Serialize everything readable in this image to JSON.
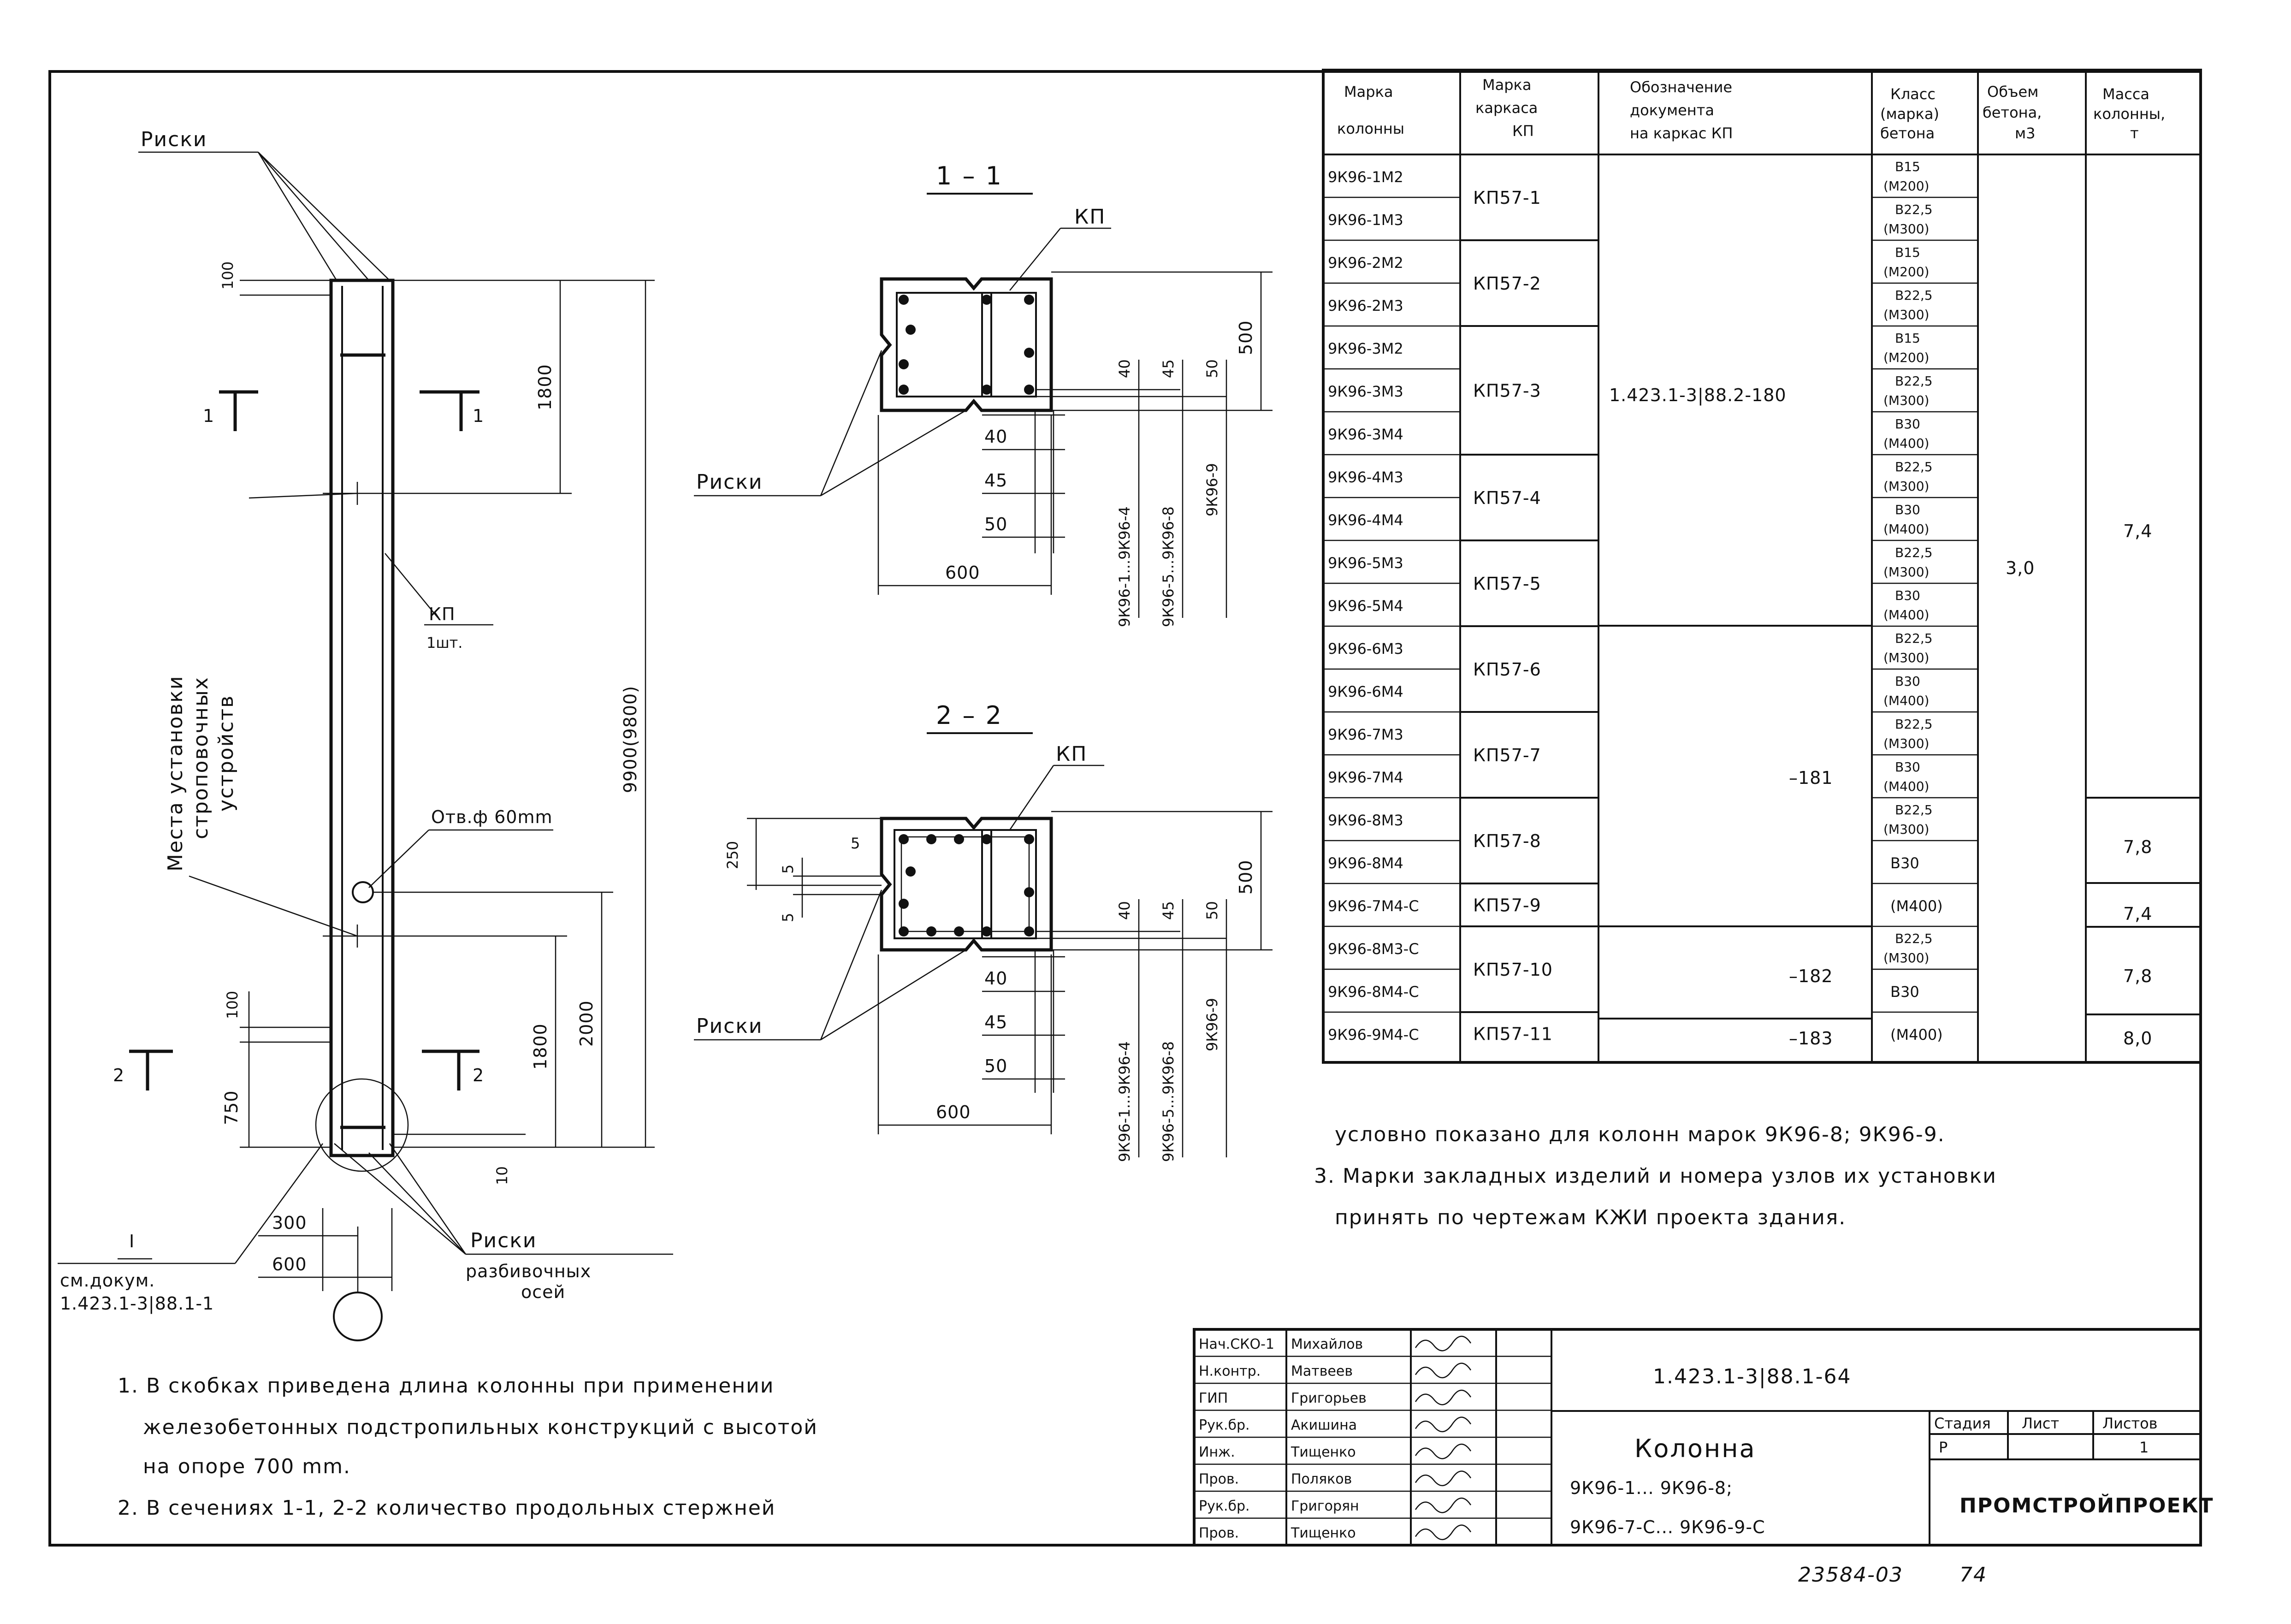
{
  "labels": {
    "riski": "Риски",
    "kp": "КП",
    "kp_count": "КП",
    "kp_count_2": "1шт.",
    "section_1_1": "1 – 1",
    "section_2_2": "2 – 2",
    "mark_1": "1",
    "mark_2": "2",
    "hole": "Отв.ф 60mm",
    "sling_places_1": "Места установки",
    "sling_places_2": "строповочных",
    "sling_places_3": "устройств",
    "axes_1": "разбивочных",
    "axes_2": "осей",
    "node": "I",
    "see_doc": "см.докум.",
    "see_doc_2": "1.423.1-3|88.1-1"
  },
  "dims": {
    "d100": "100",
    "d1800": "1800",
    "d9900": "9900(9800)",
    "d750": "750",
    "d100b": "100",
    "d1800b": "1800",
    "d2000": "2000",
    "d10": "10",
    "d300": "300",
    "d600": "600",
    "d500": "500",
    "d40": "40",
    "d45": "45",
    "d50": "50",
    "d250": "250",
    "d5": "5",
    "col_a": "9К96-1...9К96-4",
    "col_b": "9К96-5...9К96-8",
    "col_c": "9К96-9"
  },
  "table": {
    "headers": [
      "Марка колонны",
      "Марка каркаса КП",
      "Обозначение документа на каркас КП",
      "Класс (марка) бетона",
      "Объем бетона, м3",
      "Масса колонны, т"
    ],
    "rows": [
      {
        "col": "9К96-1М2",
        "kp": "КП57-1",
        "cls": "В15 (М200)"
      },
      {
        "col": "9К96-1М3",
        "kp": "",
        "cls": "В22,5 (М300)"
      },
      {
        "col": "9К96-2М2",
        "kp": "КП57-2",
        "cls": "В15 (М200)"
      },
      {
        "col": "9К96-2М3",
        "kp": "",
        "cls": "В22,5 (М300)"
      },
      {
        "col": "9К96-3М2",
        "kp": "КП57-3",
        "cls": "В15 (М200)"
      },
      {
        "col": "9К96-3М3",
        "kp": "",
        "cls": "В22,5 (М300)"
      },
      {
        "col": "9К96-3М4",
        "kp": "",
        "cls": "В30 (М400)"
      },
      {
        "col": "9К96-4М3",
        "kp": "КП57-4",
        "cls": "В22,5 (М300)"
      },
      {
        "col": "9К96-4М4",
        "kp": "",
        "cls": "В30 (М400)"
      },
      {
        "col": "9К96-5М3",
        "kp": "КП57-5",
        "cls": "В22,5 (М300)"
      },
      {
        "col": "9К96-5М4",
        "kp": "",
        "cls": "В30 (М400)"
      },
      {
        "col": "9К96-6М3",
        "kp": "КП57-6",
        "cls": "В22,5 (М300)"
      },
      {
        "col": "9К96-6М4",
        "kp": "",
        "cls": "В30 (М400)"
      },
      {
        "col": "9К96-7М3",
        "kp": "КП57-7",
        "cls": "В22,5 (М300)"
      },
      {
        "col": "9К96-7М4",
        "kp": "",
        "cls": "В30 (М400)"
      },
      {
        "col": "9К96-8М3",
        "kp": "КП57-8",
        "cls": "В22,5 (М300)"
      },
      {
        "col": "9К96-8М4",
        "kp": "",
        "cls": "В30"
      },
      {
        "col": "9К96-7М4-С",
        "kp": "КП57-9",
        "cls": "(М400)"
      },
      {
        "col": "9К96-8М3-С",
        "kp": "КП57-10",
        "cls": "В22,5 (М300)"
      },
      {
        "col": "9К96-8М4-С",
        "kp": "",
        "cls": "В30"
      },
      {
        "col": "9К96-9М4-С",
        "kp": "КП57-11",
        "cls": "(М400)"
      }
    ],
    "doc_main": "1.423.1-3|88.2-180",
    "doc_181": "–181",
    "doc_182": "–182",
    "doc_183": "–183",
    "volume": "3,0",
    "mass_74": "7,4",
    "mass_78": "7,8",
    "mass_74b": "7,4",
    "mass_78b": "7,8",
    "mass_80": "8,0"
  },
  "notes": {
    "n2_tail": "условно показано для колонн марок 9К96-8; 9К96-9.",
    "n3a": "3. Марки закладных изделий и номера узлов их установки",
    "n3b": "принять по чертежам КЖИ проекта здания.",
    "n1a": "1. В скобках приведена длина колонны при применении",
    "n1b": "железобетонных подстропильных конструкций с высотой",
    "n1c": "на опоре 700 mm.",
    "n2a": "2. В сечениях 1-1, 2-2 количество продольных стержней"
  },
  "stamp": {
    "roles": [
      "Нач.СКО-1",
      "Н.контр.",
      "ГИП",
      "Рук.бр.",
      "Инж.",
      "Пров.",
      "Рук.бр.",
      "Пров."
    ],
    "names": [
      "Михайлов",
      "Матвеев",
      "Григорьев",
      "Акишина",
      "Тищенко",
      "Поляков",
      "Григорян",
      "Тищенко"
    ],
    "code": "1.423.1-3|88.1-64",
    "title": "Колонна",
    "title_2": "9К96-1... 9К96-8;",
    "title_3": "9К96-7-С... 9К96-9-С",
    "stage_h": "Стадия",
    "sheet_h": "Лист",
    "sheets_h": "Листов",
    "stage": "Р",
    "sheets": "1",
    "org": "ПРОМСТРОЙПРОЕКТ",
    "inv": "23584-03",
    "page": "74"
  }
}
